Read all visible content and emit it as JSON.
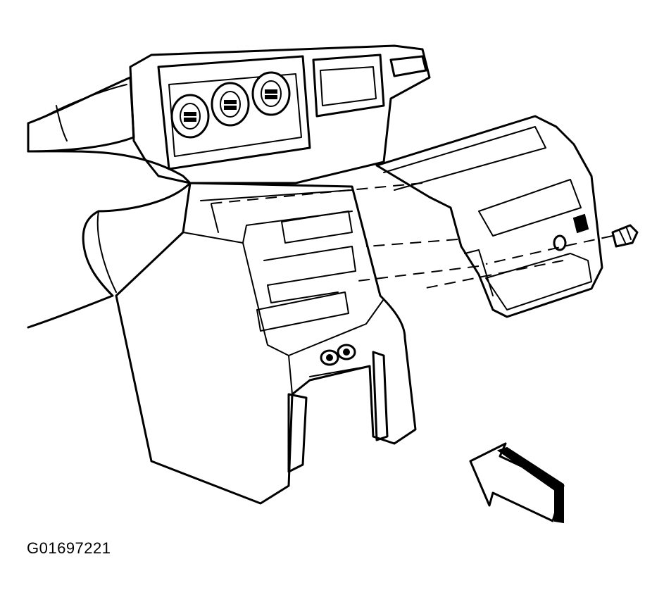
{
  "figure": {
    "code": "G01697221",
    "colors": {
      "line": "#000000",
      "background": "#ffffff"
    },
    "callouts": [
      "console-trim-panel",
      "retaining-screw",
      "view-direction-arrow"
    ]
  }
}
